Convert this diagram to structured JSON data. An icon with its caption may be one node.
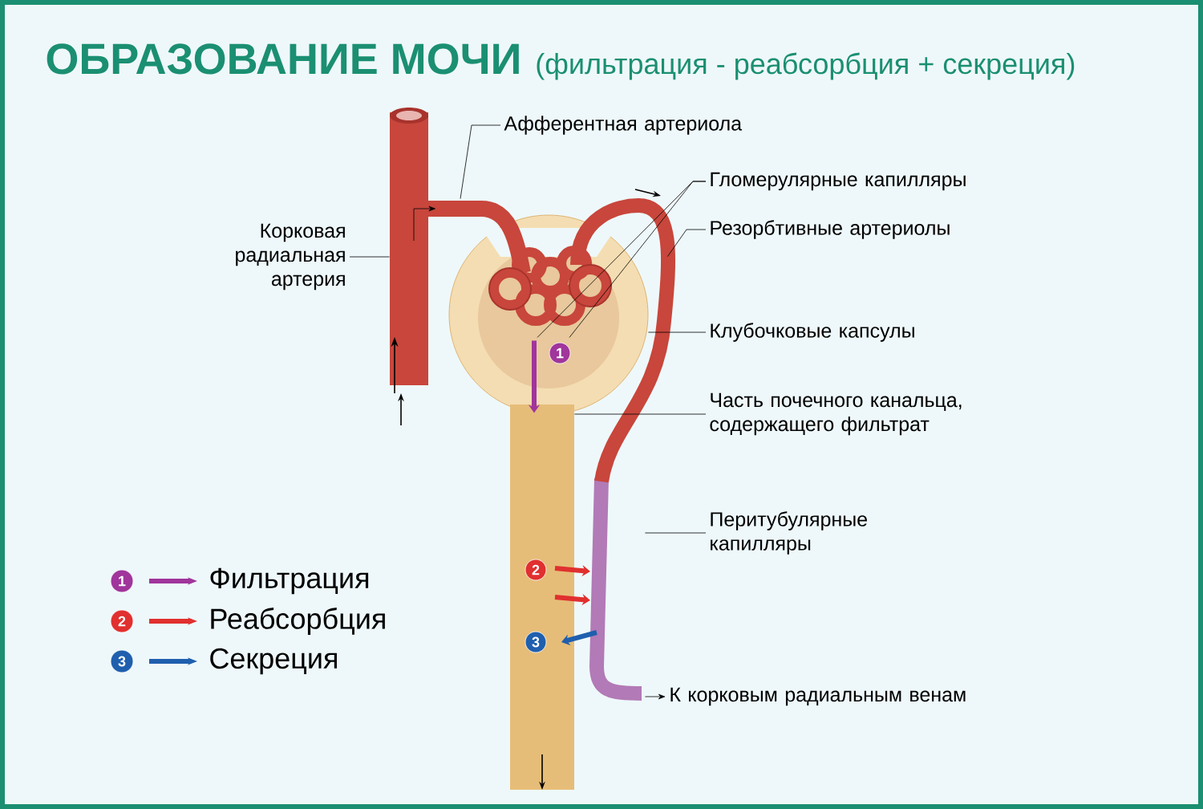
{
  "diagram": {
    "title": "ОБРАЗОВАНИЕ МОЧИ",
    "nodes": [
      {
        "text": [
          "Корковая радиальная артерия"
        ]
      },
      {
        "text": [
          "Афферентная артериола"
        ]
      },
      {
        "text": [
          "Гломерулярные капилляры"
        ]
      },
      {
        "text": [
          "Резорбтивные артериолы"
        ]
      },
      {
        "text": [
          "Клубочковые капсулы"
        ]
      },
      {
        "text": [
          "Часть почечного канальца, содержащего фильтрат"
        ]
      },
      {
        "text": [
          "Перитубулярные капилляры"
        ]
      },
      {
        "text": [
          "К корковым радиальным венам"
        ]
      },
      {
        "text": [],
        "shape": "cylinder"
      },
      {
        "text": [],
        "shape": "picture"
      },
      {
        "text": [],
        "shape": "picture",
        "in": 12
      },
      {
        "text": [],
        "shape": "picture"
      },
      {
        "text": [],
        "shape": "picture"
      },
      {
        "text": [],
        "shape": "cylinder"
      },
      {
        "text": [],
        "shape": "picture"
      }
    ],
    "edges": [
      {
        "from": 0,
        "to": 8,
        "arrow": "none"
      },
      {
        "from": 1,
        "to": 9,
        "arrow": "none"
      },
      {
        "from": 2,
        "to": 10,
        "arrow": "none"
      },
      {
        "from": 2,
        "to": 10,
        "arrow": "none"
      },
      {
        "from": 3,
        "to": 11,
        "arrow": "none"
      },
      {
        "from": 4,
        "to": 12,
        "arrow": "none"
      },
      {
        "from": 5,
        "to": 13,
        "arrow": "none"
      },
      {
        "from": 6,
        "to": 14,
        "arrow": "none"
      },
      {
        "from": 14,
        "to": 7,
        "arrow": "to"
      },
      {
        "from": 8,
        "to": 9,
        "arrow": "to"
      },
      {
        "from": 10,
        "to": 12,
        "arrow": "to",
        "style": "thick",
        "color": "#a0359c"
      },
      {
        "from": 13,
        "to": 14,
        "arrow": "to",
        "style": "thick",
        "color": "#e0302f"
      },
      {
        "from": 13,
        "to": 14,
        "arrow": "to",
        "style": "thick",
        "color": "#e0302f"
      },
      {
        "from": 14,
        "to": 13,
        "arrow": "to",
        "style": "thick",
        "color": "#1f5fae"
      }
    ],
    "labels": [
      "(фильтрация - реабсорбция + секреция)",
      "1",
      "2",
      "3",
      "1",
      "2",
      "3"
    ],
    "legend": [
      {
        "text": "Фильтрация",
        "color": "#a0359c"
      },
      {
        "text": "Реабсорбция",
        "color": "#e0302f"
      },
      {
        "text": "Секреция",
        "color": "#1f5fae"
      }
    ]
  }
}
